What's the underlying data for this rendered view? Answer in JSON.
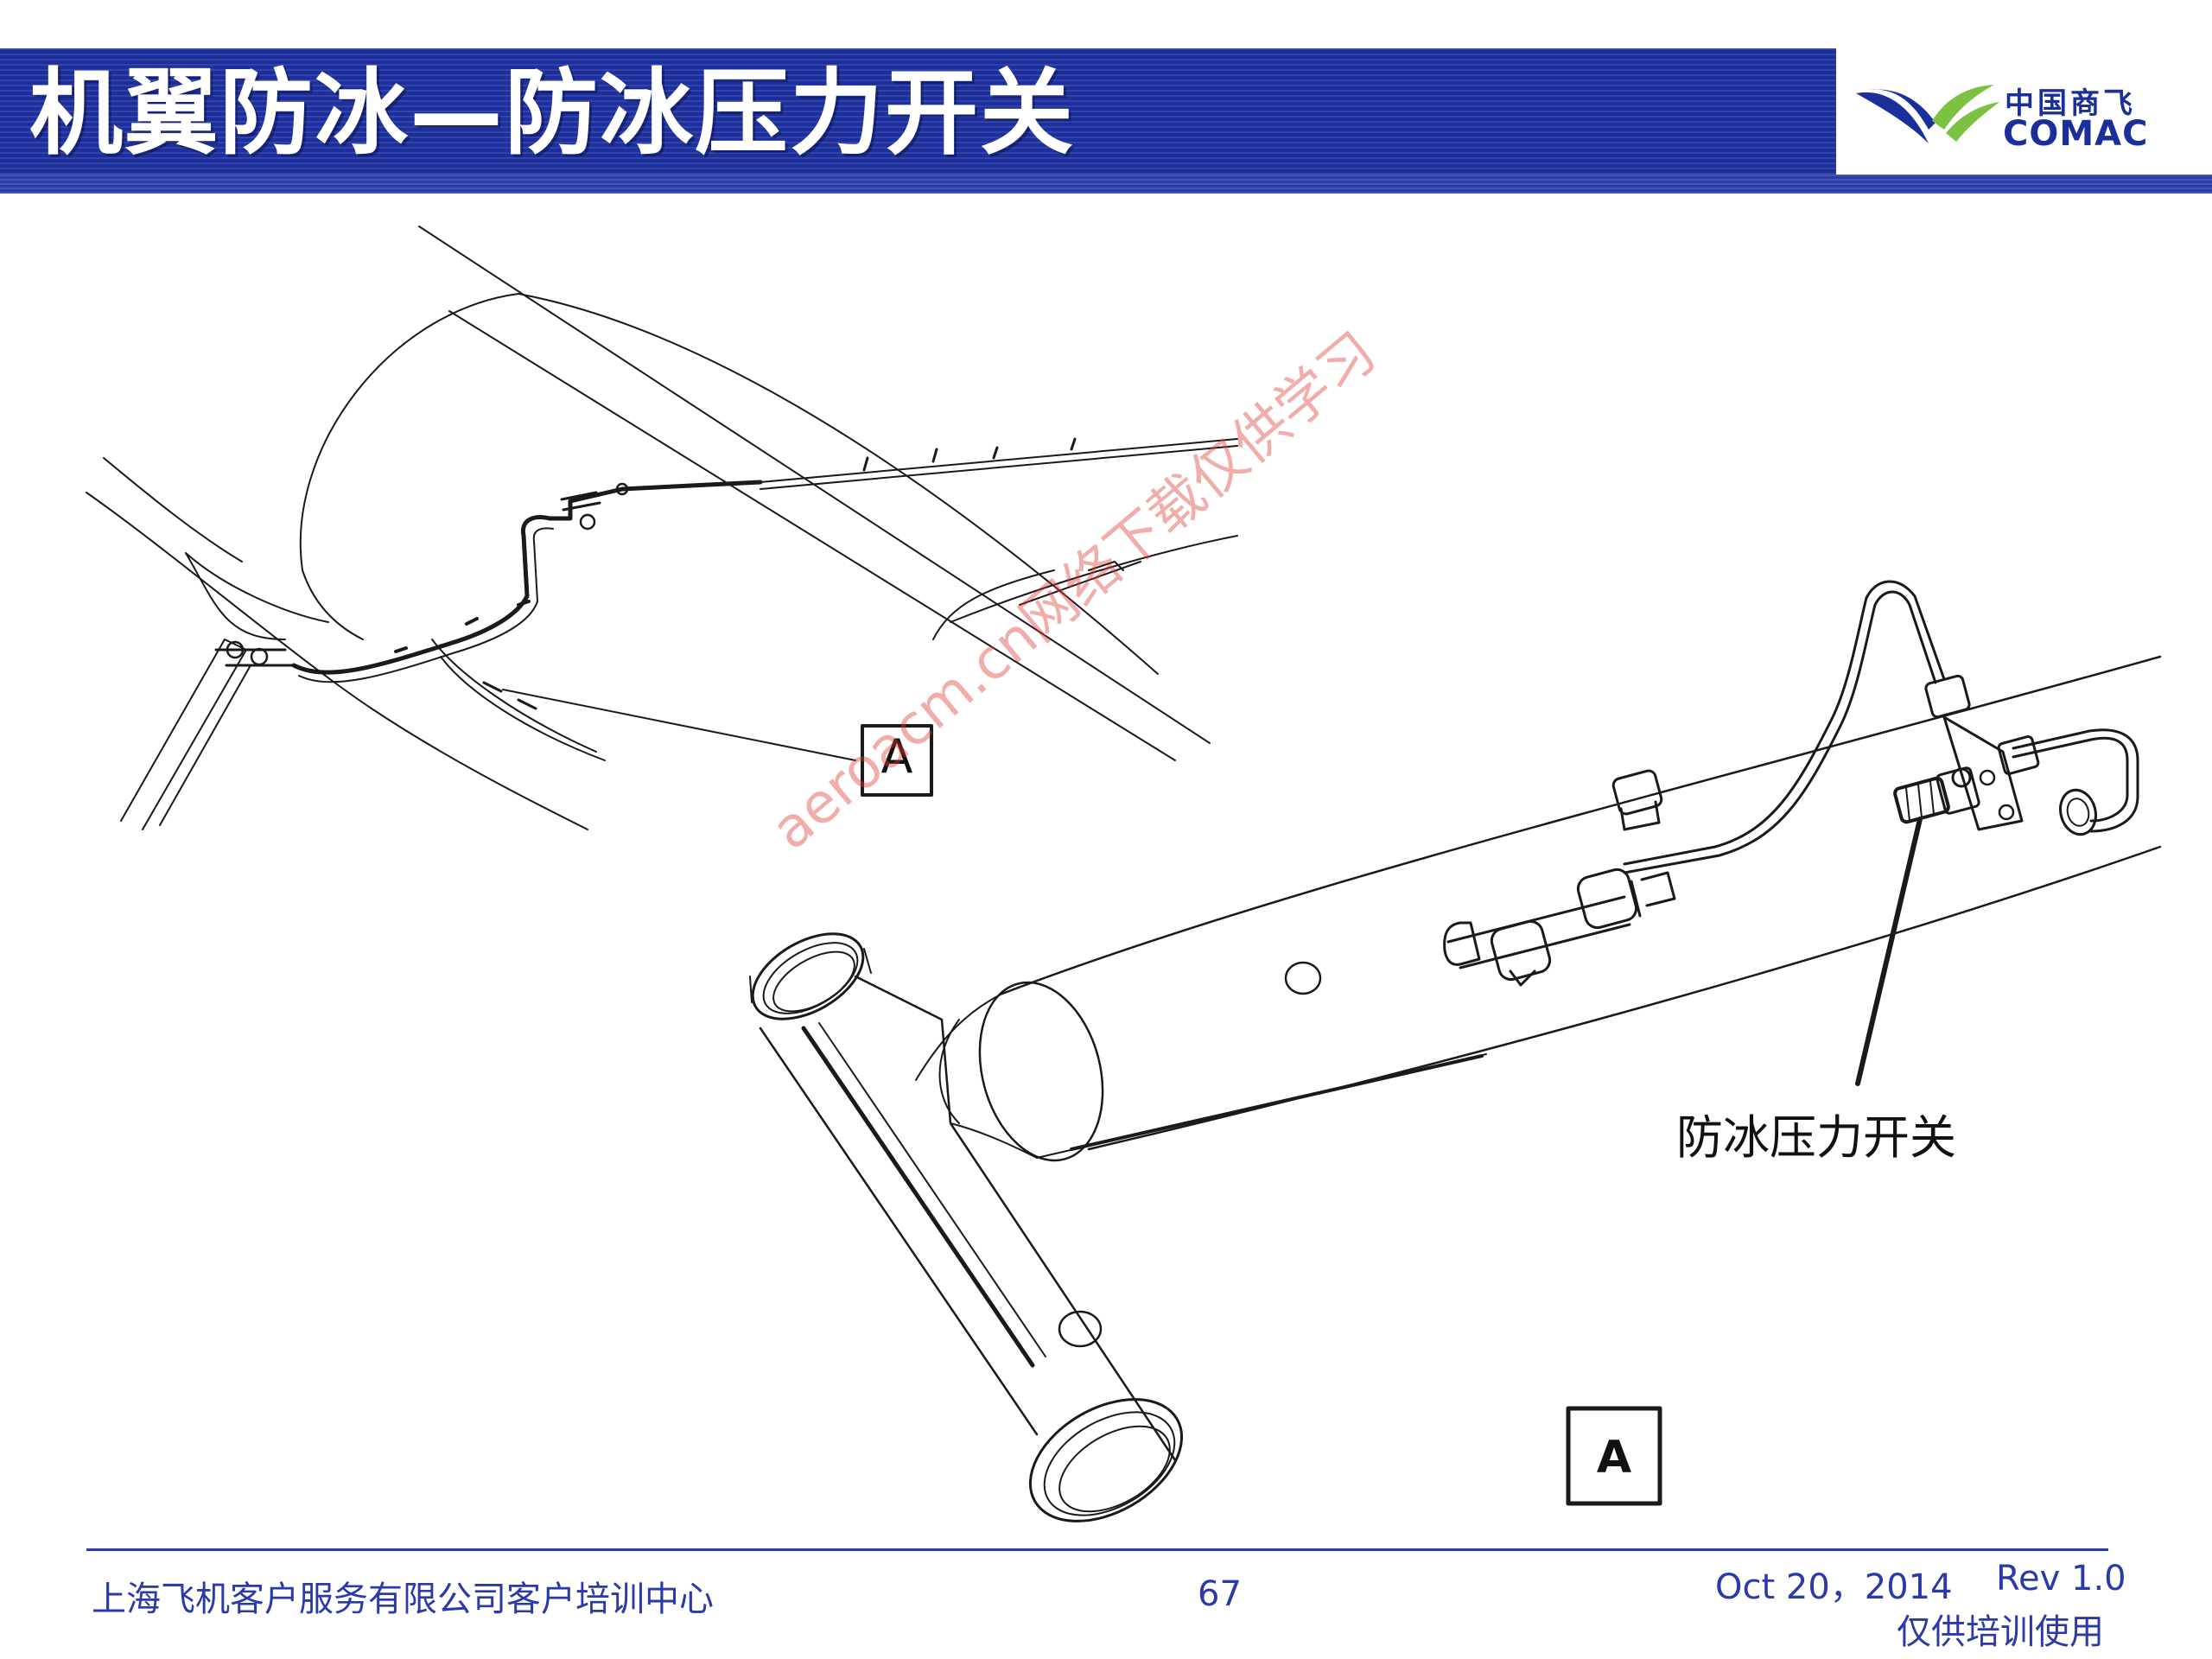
{
  "header": {
    "title": "机翼防冰—防冰压力开关",
    "bar_color": "#1d2f9c"
  },
  "logo": {
    "cn": "中国商飞",
    "en": "COMAC",
    "colors": {
      "blue": "#1b2f9a",
      "green": "#7cc242"
    }
  },
  "figure": {
    "view_label_top": "A",
    "view_label_bottom": "A",
    "callout": "防冰压力开关"
  },
  "watermark": "aeroacm.cn网络下载仅供学习",
  "footer": {
    "organization": "上海飞机客户服务有限公司客户培训中心",
    "page_number": "67",
    "date": "Oct 20，2014",
    "revision": "Rev 1.0",
    "note": "仅供培训使用"
  }
}
